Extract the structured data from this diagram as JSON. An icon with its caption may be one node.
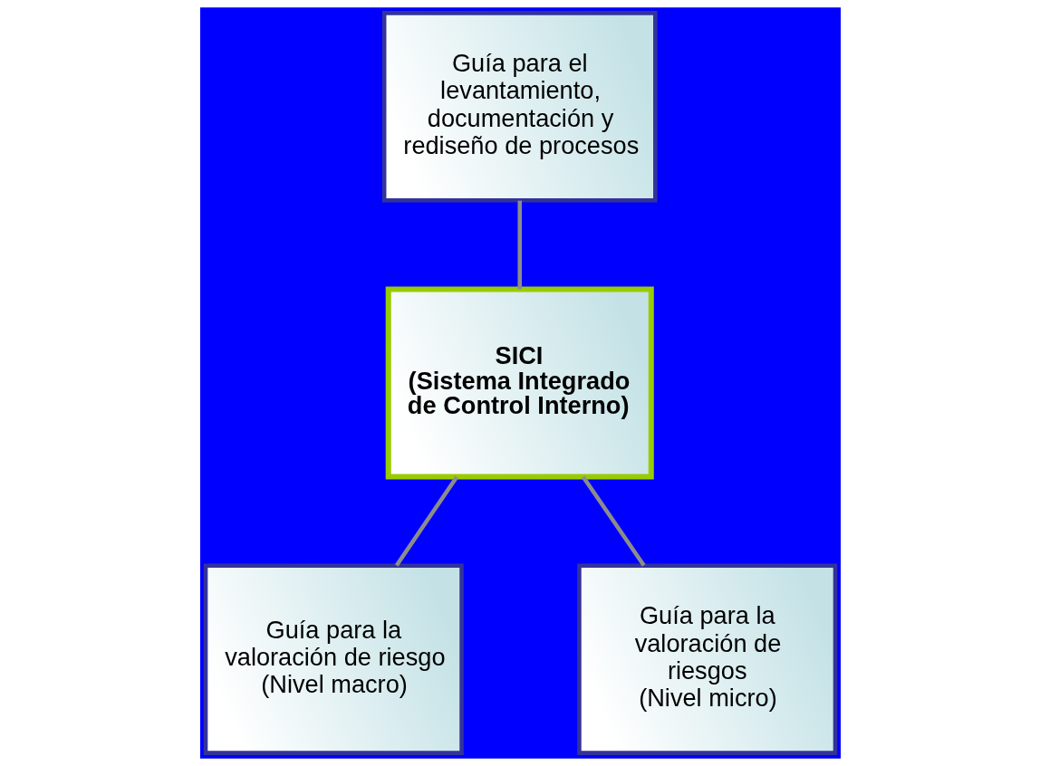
{
  "diagram": {
    "nodes": [
      {
        "text": [
          "Guía para el levantamiento, documentación y rediseño de procesos"
        ]
      },
      {
        "text": [
          "SICI",
          "(Sistema Integrado de Control Interno)"
        ]
      },
      {
        "text": [
          "Guía para la valoración de riesgo",
          "(Nivel macro)"
        ]
      },
      {
        "text": [
          "Guía para la valoración de riesgos",
          "(Nivel micro)"
        ]
      }
    ],
    "edges": [
      {
        "from": 0,
        "to": 1,
        "arrow": "none"
      },
      {
        "from": 1,
        "to": 2,
        "arrow": "none"
      },
      {
        "from": 1,
        "to": 3,
        "arrow": "none"
      }
    ]
  }
}
